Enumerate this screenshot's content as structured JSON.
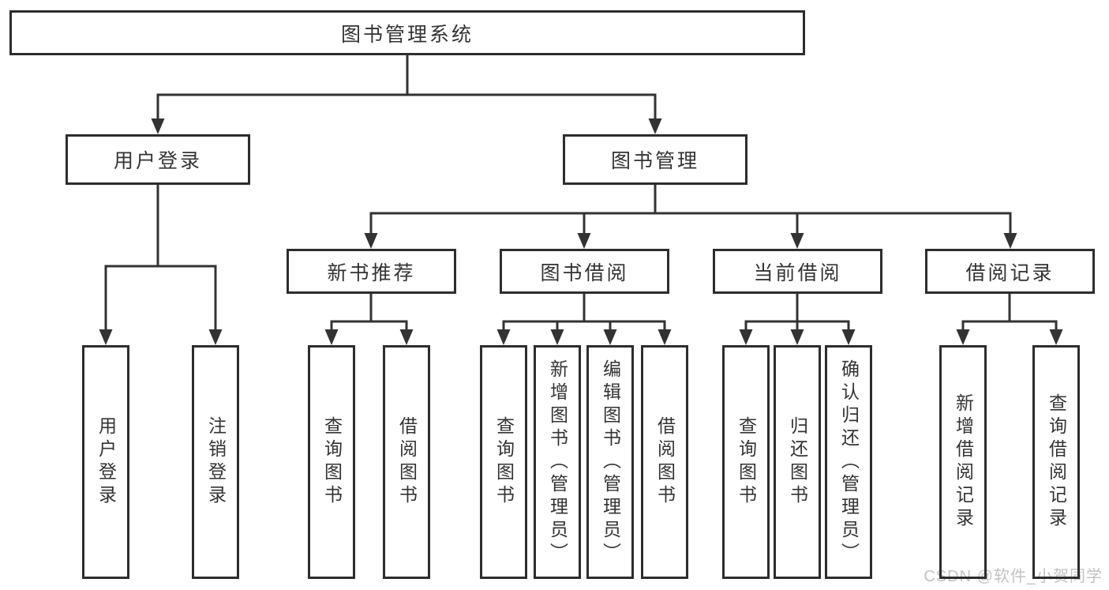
{
  "tree": {
    "label": "图书管理系统",
    "children": [
      {
        "label": "用户登录",
        "children": [
          {
            "label": "用户登录"
          },
          {
            "label": "注销登录"
          }
        ]
      },
      {
        "label": "图书管理",
        "children": [
          {
            "label": "新书推荐",
            "children": [
              {
                "label": "查询图书"
              },
              {
                "label": "借阅图书"
              }
            ]
          },
          {
            "label": "图书借阅",
            "children": [
              {
                "label": "查询图书"
              },
              {
                "label": "新增图书（管理员）"
              },
              {
                "label": "编辑图书（管理员）"
              },
              {
                "label": "借阅图书"
              }
            ]
          },
          {
            "label": "当前借阅",
            "children": [
              {
                "label": "查询图书"
              },
              {
                "label": "归还图书"
              },
              {
                "label": "确认归还（管理员）"
              }
            ]
          },
          {
            "label": "借阅记录",
            "children": [
              {
                "label": "新增借阅记录"
              },
              {
                "label": "查询借阅记录"
              }
            ]
          }
        ]
      }
    ]
  },
  "watermark": {
    "text": "CSDN @软件_小贺同学",
    "color": "#c2c2c6"
  },
  "colors": {
    "line": "#333333",
    "box_border": "#2d2d2d",
    "box_fill": "#ffffff",
    "text": "#333333",
    "background": "#ffffff"
  }
}
